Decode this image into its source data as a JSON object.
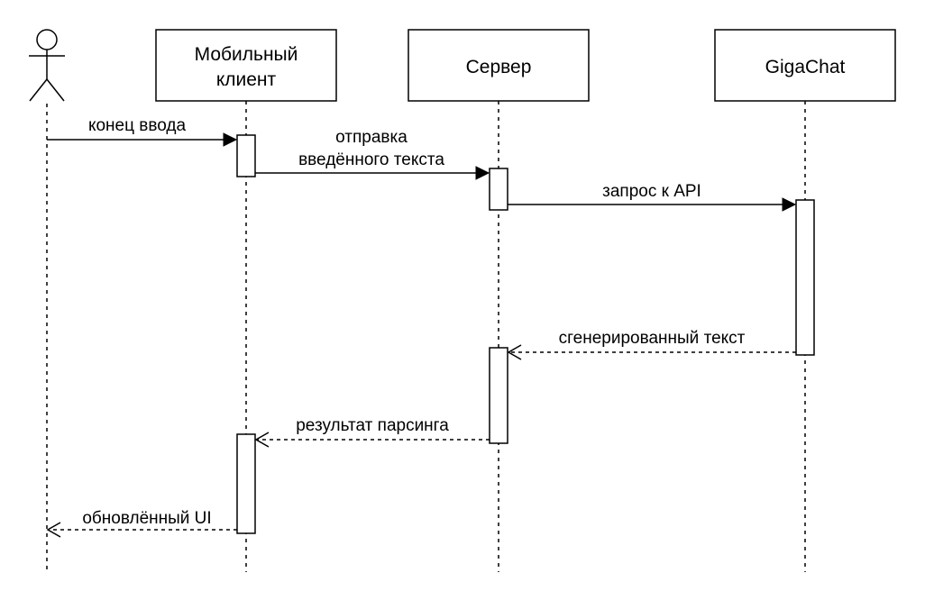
{
  "participants": {
    "mobile_client": {
      "line1": "Мобильный",
      "line2": "клиент"
    },
    "server": {
      "label": "Сервер"
    },
    "gigachat": {
      "label": "GigaChat"
    }
  },
  "messages": {
    "end_of_input": "конец ввода",
    "send_text_line1": "отправка",
    "send_text_line2": "введённого текста",
    "api_request": "запрос к API",
    "generated_text": "сгенерированный текст",
    "parsing_result": "результат парсинга",
    "updated_ui": "обновлённый UI"
  }
}
